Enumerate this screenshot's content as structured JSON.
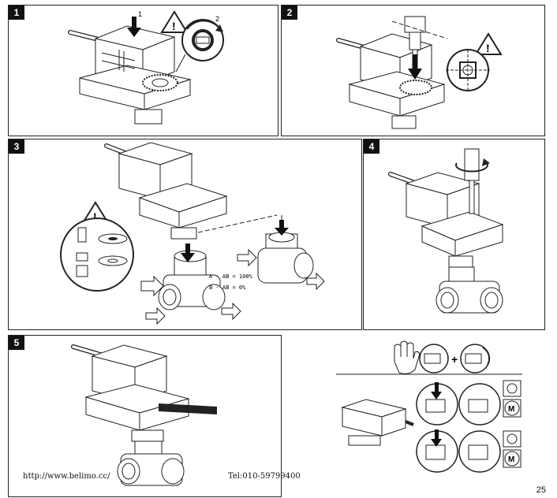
{
  "steps": [
    {
      "number": "1",
      "callouts": [
        "1",
        "2"
      ]
    },
    {
      "number": "2"
    },
    {
      "number": "3",
      "valve_labels": [
        "A - AB = 100%",
        "B - AB = 0%"
      ]
    },
    {
      "number": "4"
    },
    {
      "number": "5"
    }
  ],
  "manual_override": {
    "plus_sign": "+",
    "motor_symbol": "M"
  },
  "footer": {
    "url": "http://www.belimo.cc/",
    "tel": "Tel:010-59799400",
    "page_number": "25"
  },
  "colors": {
    "line": "#222222",
    "accent": "#111111",
    "background": "#ffffff"
  },
  "icons": [
    "warning-icon",
    "rotate-arrow-icon",
    "hand-icon",
    "down-arrow-icon",
    "flow-arrow-icon",
    "motor-icon"
  ]
}
